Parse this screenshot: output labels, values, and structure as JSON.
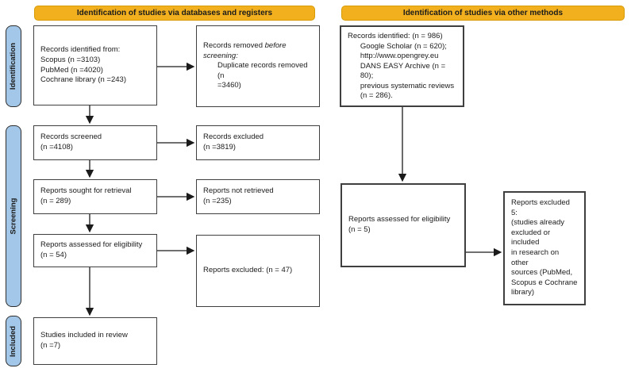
{
  "headers": {
    "databases": "Identification of studies via databases and registers",
    "other": "Identification of studies via other methods"
  },
  "sidebar": {
    "identification": "Identification",
    "screening": "Screening",
    "included": "Included"
  },
  "colors": {
    "header_bg": "#F2B01E",
    "sidebar_bg": "#A3C7E8",
    "box_border": "#3f3f3f"
  },
  "boxes": {
    "records_identified_db": "Records identified from:\nScopus (n =3103)\nPubMed (n =4020)\nCochrane library (n =243)",
    "records_removed": {
      "prefix": "Records removed ",
      "italic": "before\nscreening:",
      "detail": "Duplicate records removed (n\n=3460)"
    },
    "records_screened": "Records screened\n(n =4108)",
    "records_excluded": "Records excluded\n(n =3819)",
    "reports_sought": "Reports sought for retrieval\n(n = 289)",
    "reports_not_retrieved": "Reports not retrieved\n(n =235)",
    "reports_assessed_db": "Reports assessed for eligibility\n(n = 54)",
    "reports_excluded_db": "Reports excluded: (n = 47)",
    "studies_included": "Studies included in review\n(n =7)",
    "records_identified_other": "Records identified: (n = 986)\n      Google Scholar (n = 620);\n      http://www.opengrey.eu\n      DANS EASY Archive (n =\n      80);\n      previous systematic reviews\n      (n = 286).",
    "reports_assessed_other": "Reports assessed for eligibility\n(n = 5)",
    "reports_excluded_other": "Reports excluded 5:\n(studies already\nexcluded or included\nin research on other\nsources (PubMed,\nScopus e Cochrane\nlibrary)"
  }
}
